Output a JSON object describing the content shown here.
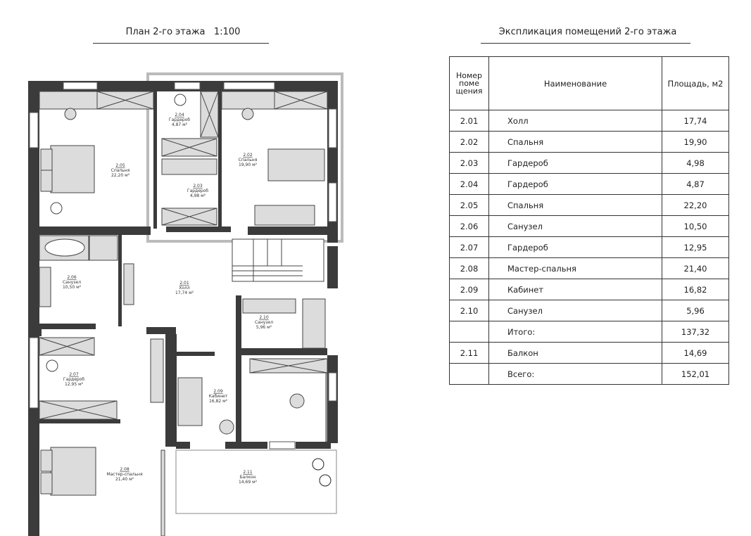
{
  "plan": {
    "title": "План 2-го этажа",
    "scale": "1:100",
    "rooms": [
      {
        "num": "2.01",
        "name": "Холл",
        "area": "17,74 м²"
      },
      {
        "num": "2.02",
        "name": "Спальня",
        "area": "19,90 м²"
      },
      {
        "num": "2.03",
        "name": "Гардероб",
        "area": "4,98 м²"
      },
      {
        "num": "2.04",
        "name": "Гардероб",
        "area": "4,87 м²"
      },
      {
        "num": "2.05",
        "name": "Спальня",
        "area": "22,20 м²"
      },
      {
        "num": "2.06",
        "name": "Санузел",
        "area": "10,50 м²"
      },
      {
        "num": "2.07",
        "name": "Гардероб",
        "area": "12,95 м²"
      },
      {
        "num": "2.08",
        "name": "Мастер-спальня",
        "area": "21,40 м²"
      },
      {
        "num": "2.09",
        "name": "Кабинет",
        "area": "16,82 м²"
      },
      {
        "num": "2.10",
        "name": "Санузел",
        "area": "5,96 м²"
      },
      {
        "num": "2.11",
        "name": "Балкон",
        "area": "14,69 м²"
      }
    ]
  },
  "table": {
    "title": "Экспликация помещений 2-го этажа",
    "headers": {
      "num": "Номер поме щения",
      "name": "Наименование",
      "area": "Площадь, м2"
    },
    "rows": [
      {
        "num": "2.01",
        "name": "Холл",
        "area": "17,74"
      },
      {
        "num": "2.02",
        "name": "Спальня",
        "area": "19,90"
      },
      {
        "num": "2.03",
        "name": "Гардероб",
        "area": "4,98"
      },
      {
        "num": "2.04",
        "name": "Гардероб",
        "area": "4,87"
      },
      {
        "num": "2.05",
        "name": "Спальня",
        "area": "22,20"
      },
      {
        "num": "2.06",
        "name": "Санузел",
        "area": "10,50"
      },
      {
        "num": "2.07",
        "name": "Гардероб",
        "area": "12,95"
      },
      {
        "num": "2.08",
        "name": "Мастер-спальня",
        "area": "21,40"
      },
      {
        "num": "2.09",
        "name": "Кабинет",
        "area": "16,82"
      },
      {
        "num": "2.10",
        "name": "Санузел",
        "area": "5,96"
      },
      {
        "num": "",
        "name": "Итого:",
        "area": "137,32"
      },
      {
        "num": "2.11",
        "name": "Балкон",
        "area": "14,69"
      },
      {
        "num": "",
        "name": "Всего:",
        "area": "152,01"
      }
    ]
  }
}
